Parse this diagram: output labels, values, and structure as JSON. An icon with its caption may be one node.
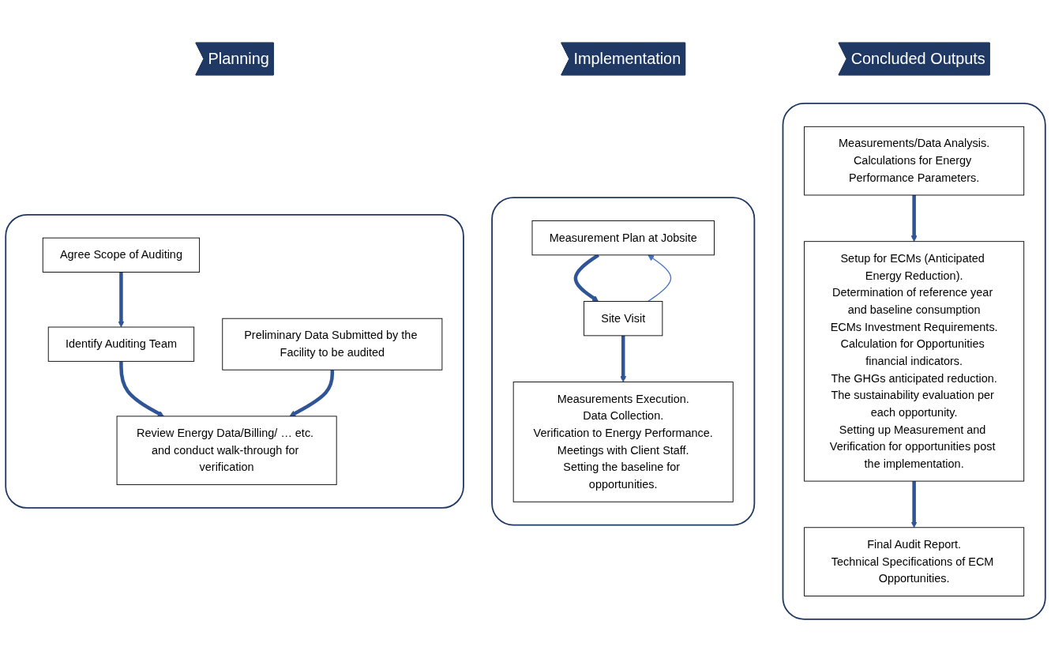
{
  "diagram": {
    "nodes": [
      {
        "text": [
          "Planning"
        ]
      },
      {
        "text": [
          "Implementation"
        ]
      },
      {
        "text": [
          "Concluded Outputs"
        ]
      },
      {
        "text": [],
        "shape": "box"
      },
      {
        "text": [
          "Agree Scope of Auditing"
        ],
        "in": 3
      },
      {
        "text": [
          "Identify Auditing Team"
        ],
        "in": 3
      },
      {
        "text": [
          "Review Energy Data/Billing/ … etc. and conduct walk-through for verification"
        ],
        "in": 3
      },
      {
        "text": [
          "Preliminary Data Submitted by the Facility to be audited"
        ],
        "in": 3
      },
      {
        "text": [],
        "shape": "box"
      },
      {
        "text": [
          "Measurement Plan at Jobsite"
        ],
        "in": 8
      },
      {
        "text": [
          "Site Visit"
        ],
        "in": 8
      },
      {
        "text": [
          "Measurements Execution.",
          "Data Collection.",
          "Verification to Energy Performance.",
          "Meetings with Client Staff.",
          "Setting the baseline for opportunities."
        ],
        "in": 8
      },
      {
        "text": [],
        "shape": "box"
      },
      {
        "text": [
          "Measurements/Data Analysis.",
          "Calculations for Energy Performance Parameters."
        ],
        "in": 12
      },
      {
        "text": [
          "Setup for ECMs (Anticipated Energy Reduction).",
          "Determination of reference year and baseline consumption",
          "ECMs Investment Requirements.",
          "Calculation for Opportunities financial indicators.",
          "The GHGs anticipated reduction.",
          "The sustainability evaluation per each opportunity.",
          "Setting up Measurement and Verification for opportunities post the implementation."
        ],
        "in": 12
      },
      {
        "text": [
          "Final Audit Report.",
          "Technical Specifications of ECM Opportunities."
        ],
        "in": 12
      }
    ],
    "edges": [
      {
        "from": 4,
        "to": 5,
        "arrow": "to"
      },
      {
        "from": 5,
        "to": 6,
        "arrow": "to"
      },
      {
        "from": 7,
        "to": 6,
        "arrow": "to"
      },
      {
        "from": 9,
        "to": 10,
        "arrow": "to"
      },
      {
        "from": 10,
        "to": 9,
        "arrow": "to",
        "color": "#4472c4"
      },
      {
        "from": 10,
        "to": 11,
        "arrow": "to"
      },
      {
        "from": 13,
        "to": 14,
        "arrow": "to"
      },
      {
        "from": 14,
        "to": 15,
        "arrow": "to"
      }
    ]
  }
}
